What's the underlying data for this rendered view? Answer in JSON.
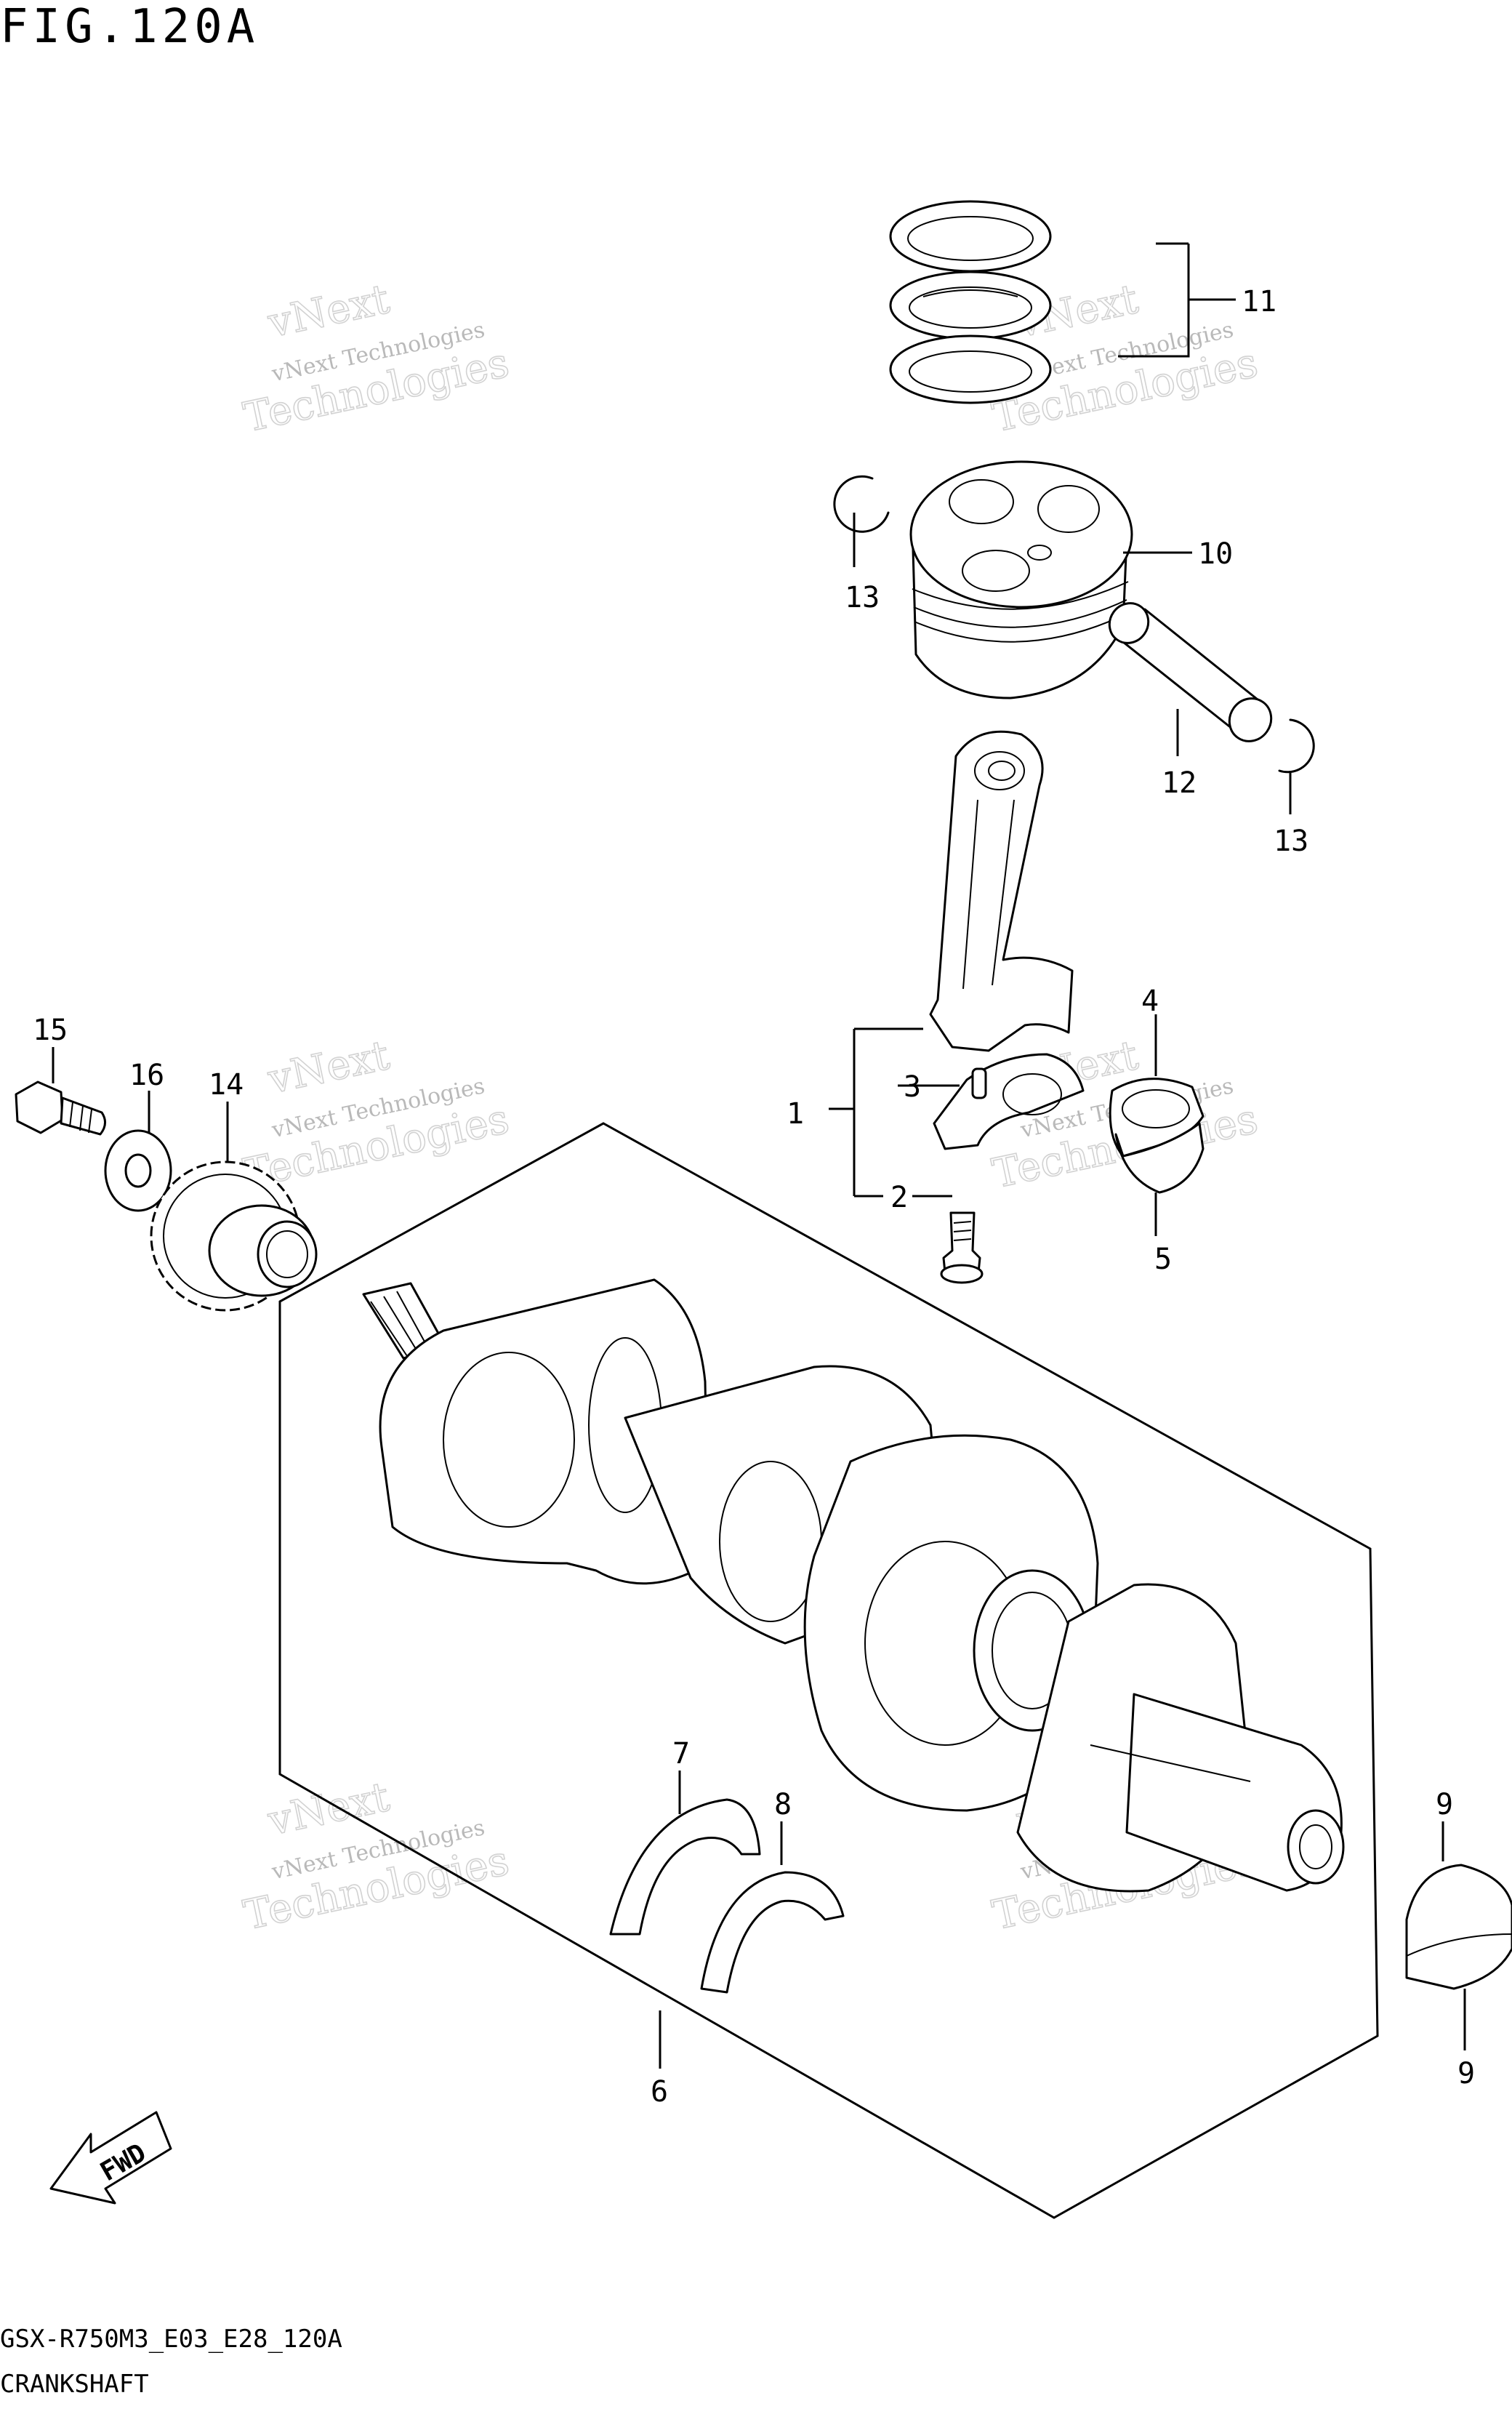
{
  "header": {
    "figure_label": "FIG.120A"
  },
  "watermarks": [
    {
      "small": "vNext Technologies",
      "big_line1": "vNext",
      "big_line2": "Technologies"
    },
    {
      "small": "vNext Technologies",
      "big_line1": "vNext",
      "big_line2": "Technologies"
    },
    {
      "small": "vNext Technologies",
      "big_line1": "vNext",
      "big_line2": "Technologies"
    },
    {
      "small": "vNext Technologies",
      "big_line1": "vNext",
      "big_line2": "Technologies"
    },
    {
      "small": "vNext Technologies",
      "big_line1": "vNext",
      "big_line2": "Technologies"
    },
    {
      "small": "vNext Technologies",
      "big_line1": "vNext",
      "big_line2": "Technologies"
    }
  ],
  "callouts": {
    "c1": "1",
    "c2": "2",
    "c3": "3",
    "c4": "4",
    "c5": "5",
    "c6": "6",
    "c7": "7",
    "c8": "8",
    "c9a": "9",
    "c9b": "9",
    "c10": "10",
    "c11": "11",
    "c12": "12",
    "c13a": "13",
    "c13b": "13",
    "c14": "14",
    "c15": "15",
    "c16": "16"
  },
  "fwd_badge": "FWD",
  "footer": {
    "code": "GSX-R750M3_E03_E28_120A",
    "title": "CRANKSHAFT"
  }
}
